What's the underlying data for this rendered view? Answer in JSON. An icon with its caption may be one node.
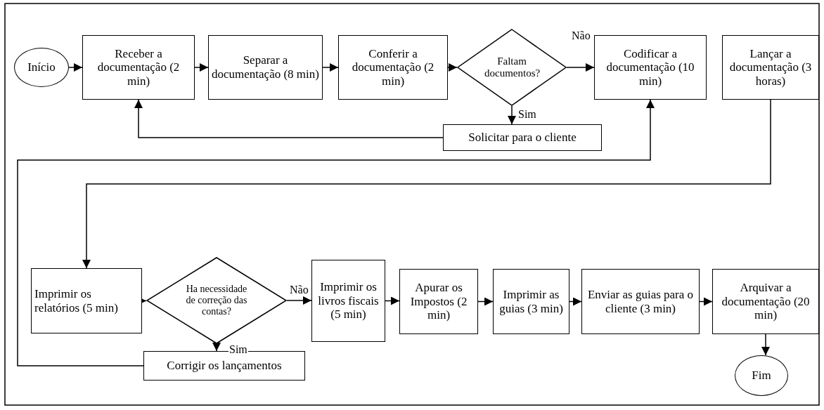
{
  "diagram": {
    "nodes": [
      {
        "text": [
          "Início"
        ]
      },
      {
        "text": [
          "Receber a documentação (2 min)"
        ]
      },
      {
        "text": [
          "Separar a documentação (8 min)"
        ]
      },
      {
        "text": [
          "Conferir a documentação (2 min)"
        ]
      },
      {
        "text": [
          "Faltam documentos?"
        ]
      },
      {
        "text": [
          "Solicitar para o cliente"
        ]
      },
      {
        "text": [
          "Codificar a documentação (10 min)"
        ]
      },
      {
        "text": [
          "Lançar a documentação (3 horas)"
        ]
      },
      {
        "text": [
          "Imprimir os relatórios (5 min)"
        ]
      },
      {
        "text": [
          "Ha necessidade de correção das contas?"
        ]
      },
      {
        "text": [
          "Imprimir os livros fiscais (5 min)"
        ]
      },
      {
        "text": [
          "Apurar os Impostos (2 min)"
        ]
      },
      {
        "text": [
          "Imprimir as guias (3 min)"
        ]
      },
      {
        "text": [
          "Enviar as guias para o cliente (3 min)"
        ]
      },
      {
        "text": [
          "Arquivar a documentação (20 min)"
        ]
      },
      {
        "text": [
          "Fim"
        ]
      },
      {
        "text": [
          "Corrigir os lançamentos"
        ]
      }
    ],
    "edges": [
      {
        "from": 0,
        "to": 1,
        "arrow": "to"
      },
      {
        "from": 1,
        "to": 2,
        "arrow": "to"
      },
      {
        "from": 2,
        "to": 3,
        "arrow": "to"
      },
      {
        "from": 3,
        "to": 4,
        "arrow": "to"
      },
      {
        "from": 4,
        "to": 6,
        "arrow": "to",
        "label": "Não"
      },
      {
        "from": 4,
        "to": 5,
        "arrow": "to",
        "label": "Sim"
      },
      {
        "from": 5,
        "to": 1,
        "arrow": "to"
      },
      {
        "from": 16,
        "to": 6,
        "arrow": "to"
      },
      {
        "from": 7,
        "to": 8,
        "arrow": "to"
      },
      {
        "from": 8,
        "to": 9,
        "arrow": "to"
      },
      {
        "from": 9,
        "to": 10,
        "arrow": "to",
        "label": "Não"
      },
      {
        "from": 9,
        "to": 16,
        "arrow": "to",
        "label": "Sim"
      },
      {
        "from": 10,
        "to": 11,
        "arrow": "to"
      },
      {
        "from": 11,
        "to": 12,
        "arrow": "to"
      },
      {
        "from": 12,
        "to": 13,
        "arrow": "to"
      },
      {
        "from": 13,
        "to": 14,
        "arrow": "to"
      },
      {
        "from": 14,
        "to": 15,
        "arrow": "to"
      }
    ]
  }
}
